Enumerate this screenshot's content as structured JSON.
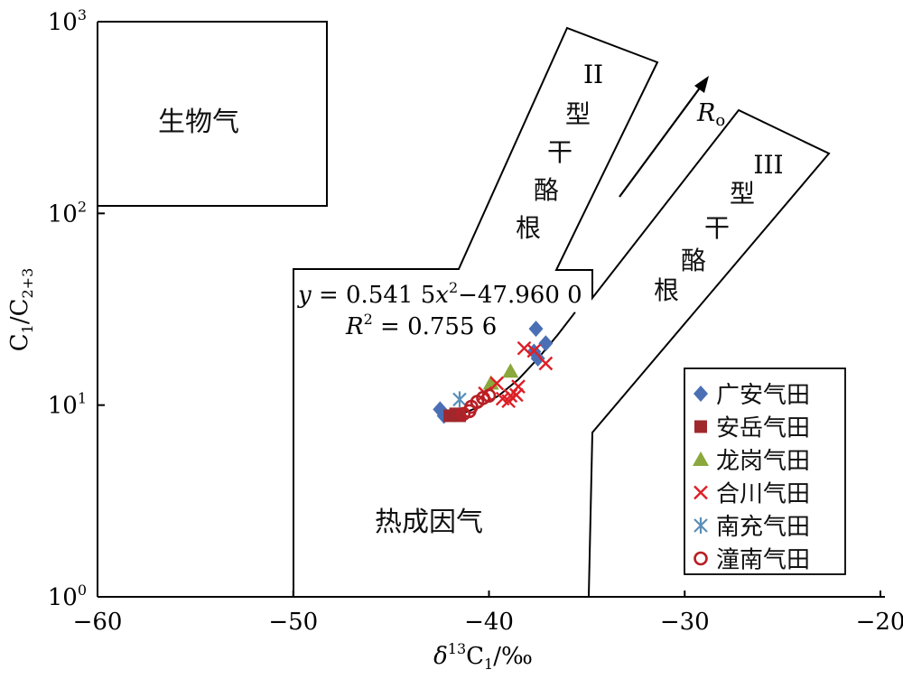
{
  "chart_data": {
    "type": "scatter",
    "x_scale": "linear",
    "y_scale": "log",
    "xlim": [
      -60,
      -20
    ],
    "ylim": [
      1,
      1000
    ],
    "x_ticks": [
      -60,
      -50,
      -40,
      -30,
      -20
    ],
    "x_tick_labels": [
      "−60",
      "−50",
      "−40",
      "−30",
      "−20"
    ],
    "y_ticks": [
      1,
      10,
      100,
      1000
    ],
    "y_tick_base": "10",
    "y_tick_exponents": [
      "0",
      "1",
      "2",
      "3"
    ],
    "xlabel": {
      "delta": "δ",
      "sup": "13",
      "main": "C",
      "sub": "1",
      "tail": "/‰"
    },
    "ylabel": {
      "main": "C",
      "sub1": "1",
      "mid": "/C",
      "sub2": "2+3"
    },
    "grid": false,
    "legend_position": "lower-right",
    "zone_labels": {
      "bio": "生物气",
      "thermo": "热成因气",
      "type2_roman": "II",
      "type2_chars": [
        "型",
        "干",
        "酪",
        "根"
      ],
      "type3_roman": "III",
      "type3_chars": [
        "型",
        "干",
        "酪",
        "根"
      ],
      "ro_main": "R",
      "ro_sub": "o"
    },
    "fit": {
      "eq_parts": [
        "y",
        " = 0.541 5",
        "x",
        "2",
        "−47.960 0"
      ],
      "r2_parts": [
        "R",
        "2",
        " = 0.755 6"
      ],
      "curve": [
        [
          -42.5,
          8.7
        ],
        [
          -41.5,
          8.9
        ],
        [
          -40.5,
          9.8
        ],
        [
          -39.5,
          11.2
        ],
        [
          -38.5,
          13.6
        ],
        [
          -37.5,
          17.5
        ],
        [
          -36.5,
          23.2
        ],
        [
          -35.6,
          30.5
        ]
      ]
    },
    "series": [
      {
        "name": "广安气田",
        "marker": "diamond",
        "color": "#4a6fb5",
        "points": [
          [
            -42.5,
            9.5
          ],
          [
            -42.3,
            8.8
          ],
          [
            -37.6,
            25.0
          ],
          [
            -37.7,
            19.0
          ],
          [
            -37.5,
            17.5
          ],
          [
            -37.1,
            21.0
          ]
        ]
      },
      {
        "name": "安岳气田",
        "marker": "square",
        "color": "#a0282d",
        "points": [
          [
            -42.0,
            8.8
          ],
          [
            -41.7,
            9.0
          ],
          [
            -41.5,
            8.8
          ]
        ]
      },
      {
        "name": "龙岗气田",
        "marker": "triangle",
        "color": "#8aa83c",
        "points": [
          [
            -39.9,
            13.0
          ],
          [
            -38.9,
            15.0
          ]
        ]
      },
      {
        "name": "合川气田",
        "marker": "cross",
        "color": "#dd1f26",
        "points": [
          [
            -39.6,
            13.0
          ],
          [
            -39.3,
            10.8
          ],
          [
            -39.0,
            10.5
          ],
          [
            -38.9,
            11.2
          ],
          [
            -38.6,
            11.3
          ],
          [
            -38.5,
            12.5
          ],
          [
            -38.2,
            19.8
          ],
          [
            -37.7,
            19.2
          ],
          [
            -37.1,
            16.5
          ],
          [
            -40.2,
            11.5
          ]
        ]
      },
      {
        "name": "南充气田",
        "marker": "asterisk",
        "color": "#5a8fb8",
        "points": [
          [
            -41.5,
            10.7
          ]
        ]
      },
      {
        "name": "潼南气田",
        "marker": "circle",
        "color": "#b81f25",
        "points": [
          [
            -41.3,
            9.0
          ],
          [
            -41.0,
            9.3
          ],
          [
            -40.9,
            9.8
          ],
          [
            -40.6,
            10.4
          ],
          [
            -40.3,
            10.9
          ],
          [
            -40.0,
            11.2
          ]
        ]
      }
    ],
    "legend_entries": [
      "广安气田",
      "安岳气田",
      "龙岗气田",
      "合川气田",
      "南充气田",
      "潼南气田"
    ]
  }
}
